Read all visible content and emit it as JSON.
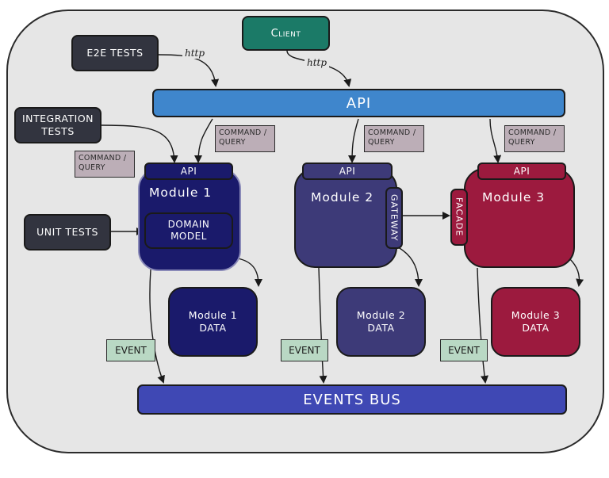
{
  "client": "Client",
  "e2e_tests": "E2E TESTS",
  "integration_tests": "INTEGRATION\nTESTS",
  "unit_tests": "UNIT TESTS",
  "http_label": "http",
  "api_bar": "API",
  "command_query": "COMMAND /\nQUERY",
  "events_bus": "EVENTS BUS",
  "event_label": "EVENT",
  "modules": [
    {
      "api": "API",
      "title": "Module 1",
      "inner": "DOMAIN\nMODEL",
      "data": "Module 1\nDATA",
      "color": "#1a1a6b"
    },
    {
      "api": "API",
      "title": "Module 2",
      "inner": "GATEWAY",
      "data": "Module 2\nDATA",
      "color": "#3d3a78"
    },
    {
      "api": "API",
      "title": "Module 3",
      "inner": "FACADE",
      "data": "Module 3\nDATA",
      "color": "#9c1a3e"
    }
  ],
  "colors": {
    "api_bar": "#3f86cc",
    "events_bus": "#3f48b4",
    "client": "#1b7a67",
    "tests": "#32343f"
  }
}
